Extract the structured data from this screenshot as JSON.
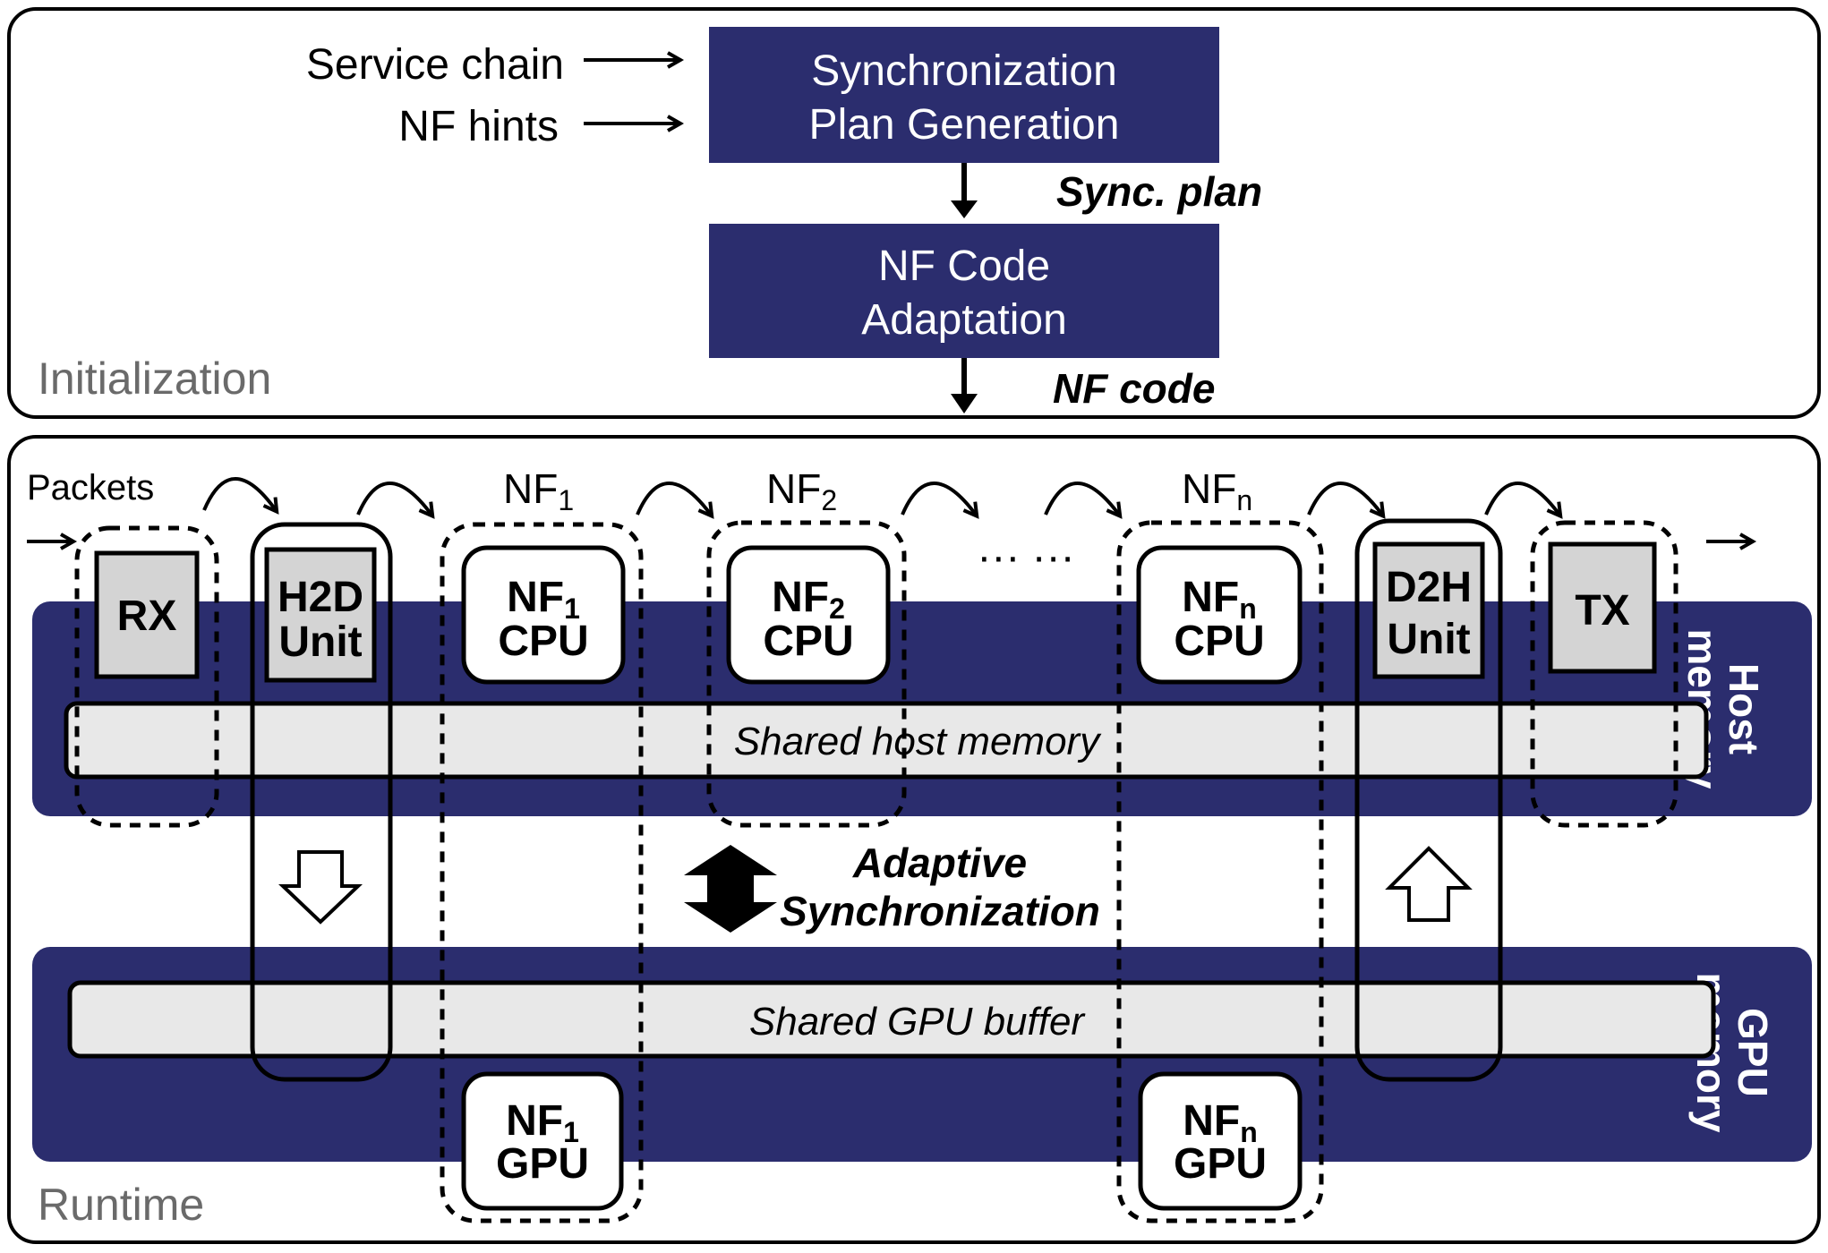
{
  "initialization": {
    "section_label": "Initialization",
    "inputs": [
      "Service chain",
      "NF hints"
    ],
    "sync_plan_box": [
      "Synchronization",
      "Plan Generation"
    ],
    "sync_plan_output": "Sync. plan",
    "code_adapt_box": [
      "NF Code",
      "Adaptation"
    ],
    "code_output": "NF code"
  },
  "runtime": {
    "section_label": "Runtime",
    "packets_label": "Packets",
    "nf1_header": {
      "base": "NF",
      "sub": "1"
    },
    "nf2_header": {
      "base": "NF",
      "sub": "2"
    },
    "nfn_header": {
      "base": "NF",
      "sub": "n"
    },
    "ellipsis": "··· ···",
    "rx_label": "RX",
    "tx_label": "TX",
    "h2d_unit": [
      "H2D",
      "Unit"
    ],
    "d2h_unit": [
      "D2H",
      "Unit"
    ],
    "cpu_label": "CPU",
    "gpu_label": "GPU",
    "shared_host_memory": "Shared host memory",
    "shared_gpu_buffer": "Shared GPU buffer",
    "adaptive_sync": [
      "Adaptive",
      "Synchronization"
    ],
    "host_memory_label": [
      "Host",
      "memory"
    ],
    "gpu_memory_label": [
      "GPU",
      "memory"
    ]
  },
  "colors": {
    "navy": "#2b2d6e",
    "gray_box": "#d4d4d4",
    "light_bar": "#e8e8e8",
    "section_text": "#6a6a6a"
  }
}
